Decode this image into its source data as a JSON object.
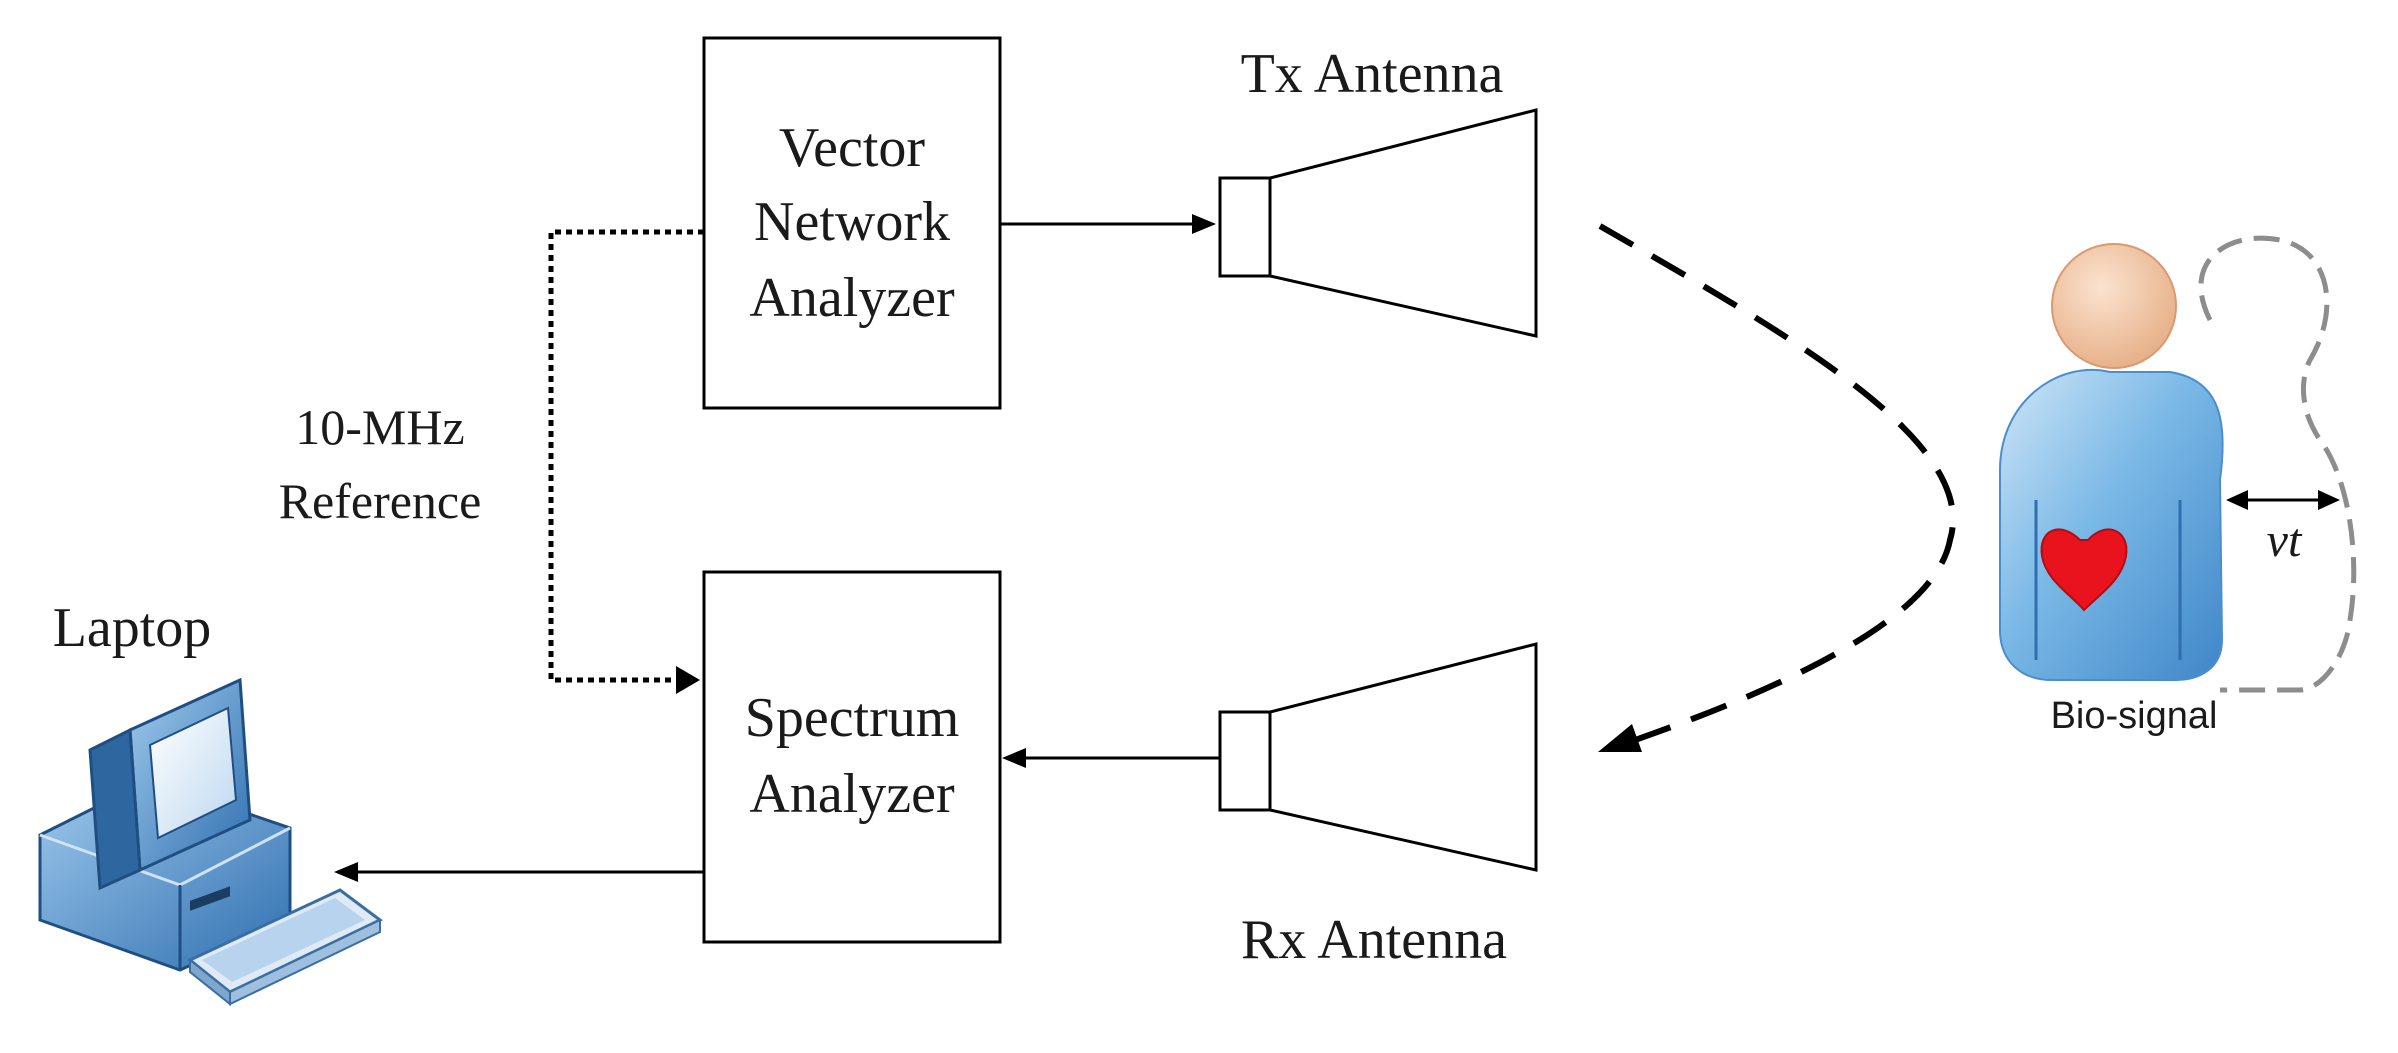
{
  "blocks": {
    "vna": [
      "Vector",
      "Network",
      "Analyzer"
    ],
    "spectrum": [
      "Spectrum",
      "Analyzer"
    ]
  },
  "antennas": {
    "tx": "Tx Antenna",
    "rx": "Rx Antenna"
  },
  "reference": [
    "10-MHz",
    "Reference"
  ],
  "laptop": "Laptop",
  "subject": {
    "label": "Bio-signal",
    "displacement": "vt"
  },
  "colors": {
    "line": "#000000",
    "heart": "#e8131c",
    "body": "#5ea6dc",
    "head": "#f0c29c",
    "ghost": "#999999"
  }
}
